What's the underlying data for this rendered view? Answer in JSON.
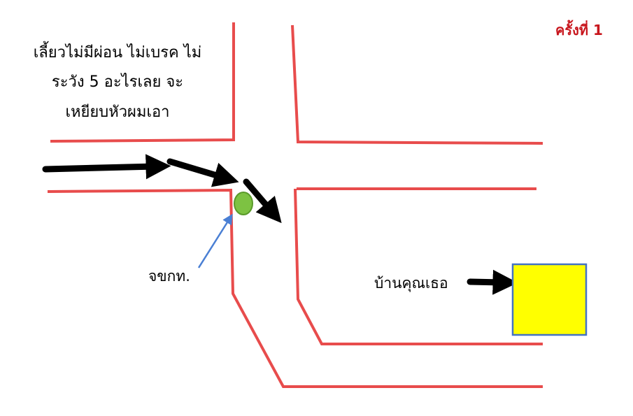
{
  "caption_lines": [
    "เลี้ยวไม่มีผ่อน ไม่เบรค ไม่",
    "ระวัง 5 อะไรเลย จะ",
    "เหยียบหัวผมเอา"
  ],
  "attempt_label": "ครั้งที่ 1",
  "me_label": "จขกท.",
  "house_label": "บ้านคุณเธอ",
  "colors": {
    "road": "#e84c4c",
    "attempt": "#c8161d",
    "me_dot": "#7dc242",
    "house": "#ffff00",
    "house_border": "#4472c4",
    "pointer": "#4a7fd4"
  }
}
